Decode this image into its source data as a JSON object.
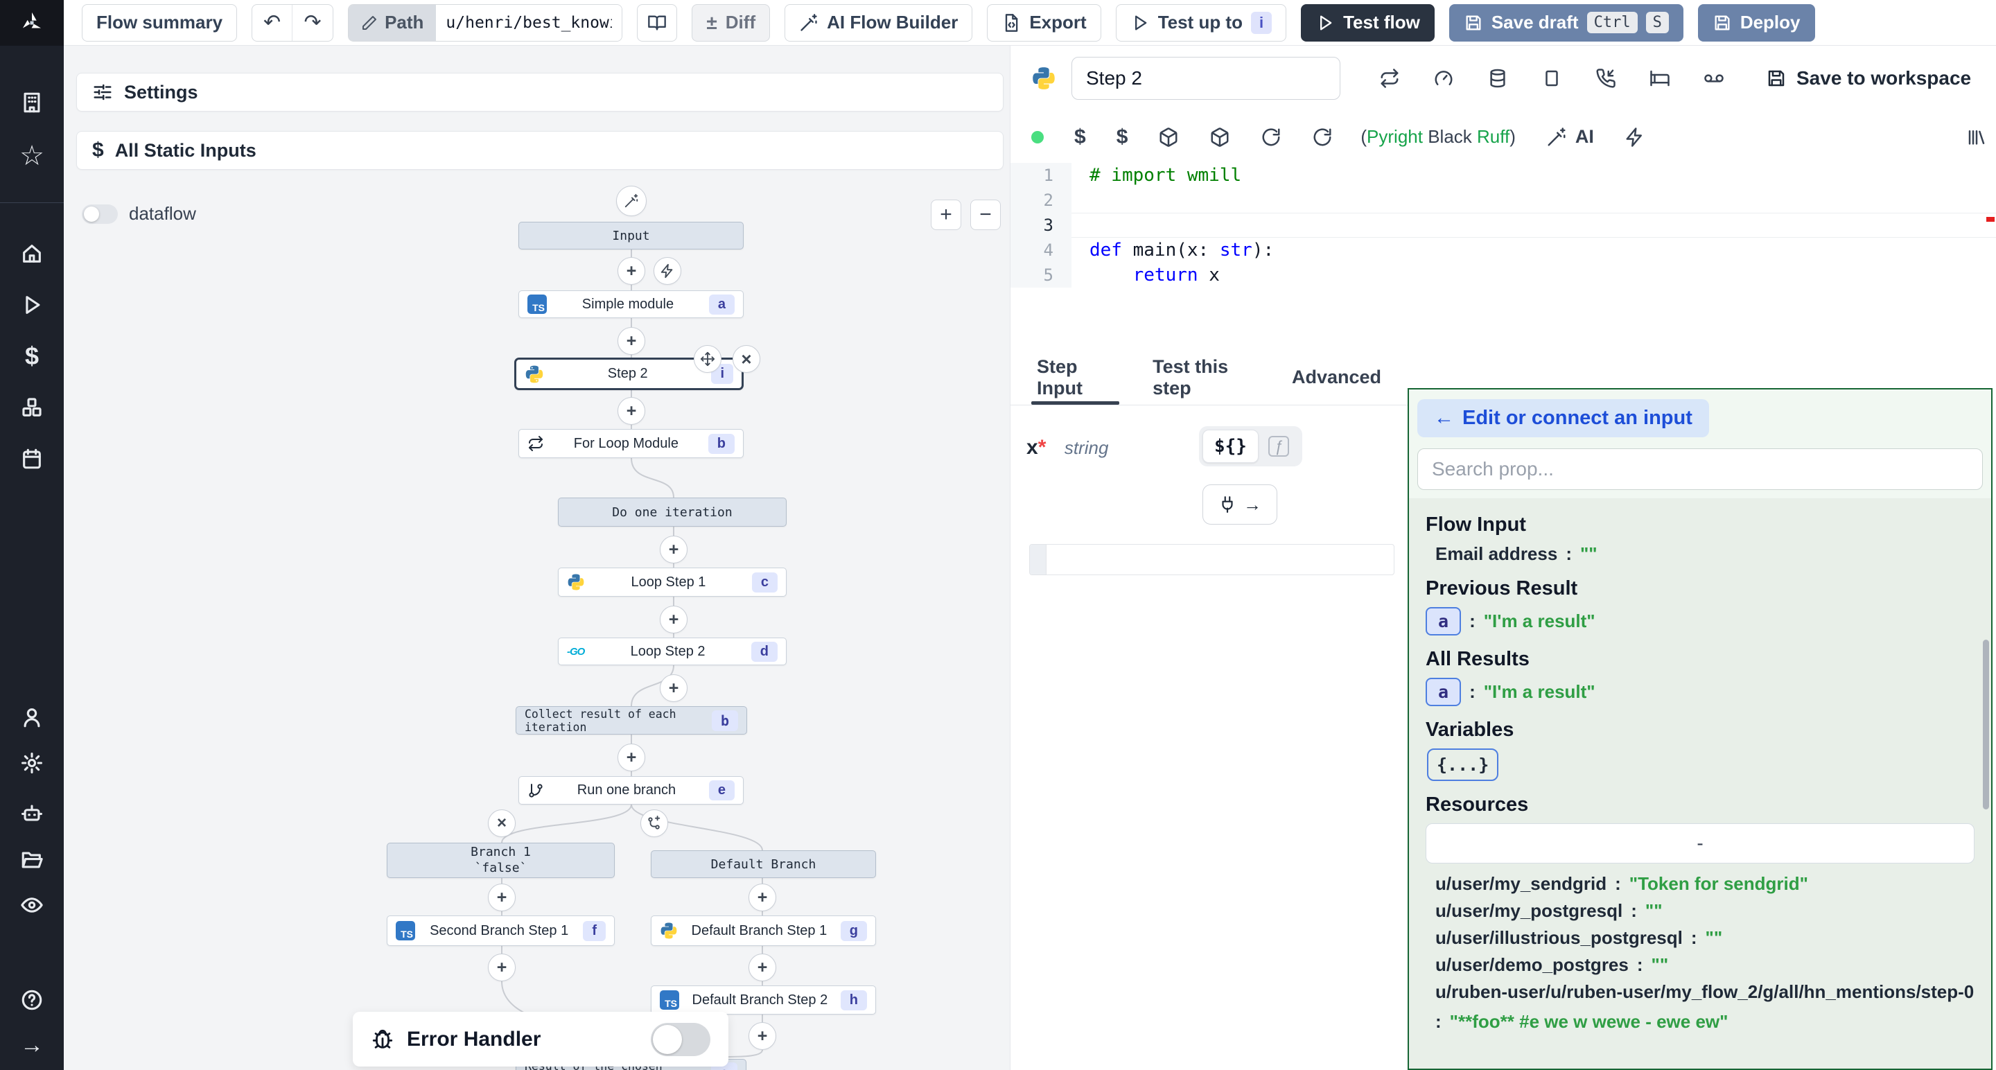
{
  "topbar": {
    "flow_summary": "Flow summary",
    "path_label": "Path",
    "path_value": "u/henri/best_knowi",
    "diff_label": "Diff",
    "ai_flow_builder_label": "AI Flow Builder",
    "export_label": "Export",
    "test_up_to_label": "Test up to",
    "test_up_to_badge": "i",
    "test_flow_label": "Test flow",
    "save_draft_label": "Save draft",
    "kbd_ctrl": "Ctrl",
    "kbd_s": "S",
    "deploy_label": "Deploy"
  },
  "sidebar": {
    "icons": [
      "windmill-logo-icon",
      "building-icon",
      "star-icon",
      "home-icon",
      "runs-play-icon",
      "dollar-variables-icon",
      "resources-cubes-icon",
      "schedules-calendar-icon",
      "user-icon",
      "gear-icon",
      "robot-workers-icon",
      "folder-icon",
      "eye-audit-icon",
      "help-icon",
      "expand-arrow-icon"
    ]
  },
  "flow_panel": {
    "settings_label": "Settings",
    "static_inputs_label": "All Static Inputs",
    "dataflow_label": "dataflow",
    "zoom_in": "+",
    "zoom_out": "−",
    "error_handler_label": "Error Handler",
    "nodes": {
      "input": {
        "label": "Input"
      },
      "simple_module": {
        "label": "Simple module",
        "badge": "a"
      },
      "step_2": {
        "label": "Step 2",
        "badge": "i"
      },
      "for_loop": {
        "label": "For Loop Module",
        "badge": "b"
      },
      "do_one_iteration": {
        "label": "Do one iteration"
      },
      "loop_step_1": {
        "label": "Loop Step 1",
        "badge": "c"
      },
      "loop_step_2": {
        "label": "Loop Step 2",
        "badge": "d"
      },
      "collect": {
        "label": "Collect result of each iteration",
        "badge": "b"
      },
      "run_one_branch": {
        "label": "Run one branch",
        "badge": "e"
      },
      "branch_1": {
        "label": "Branch 1",
        "condition": "`false`"
      },
      "default_branch": {
        "label": "Default Branch"
      },
      "second_branch_step_1": {
        "label": "Second Branch Step 1",
        "badge": "f"
      },
      "default_branch_step_1": {
        "label": "Default Branch Step 1",
        "badge": "g"
      },
      "default_branch_step_2": {
        "label": "Default Branch Step 2",
        "badge": "h"
      },
      "result": {
        "label": "Result of the chosen branch",
        "badge": "e"
      }
    }
  },
  "editor": {
    "step_name": "Step 2",
    "save_to_workspace_label": "Save to workspace",
    "assistants_prefix": "(",
    "assistant_pyright": "Pyright",
    "assistant_black": "Black",
    "assistant_ruff": "Ruff",
    "assistants_suffix": ")",
    "ai_label": "AI",
    "code_lines": [
      "# import wmill",
      "",
      "",
      "def main(x: str):",
      "    return x"
    ],
    "active_line": 3
  },
  "tabs": {
    "step_input": "Step Input",
    "test_this_step": "Test this step",
    "advanced": "Advanced"
  },
  "step_input": {
    "arg_name": "x",
    "required": "*",
    "arg_type": "string",
    "template_toggle": "${}",
    "fn_toggle": "ƒ"
  },
  "connect_panel": {
    "back_label": "Edit or connect an input",
    "back_arrow": "←",
    "search_placeholder": "Search prop...",
    "flow_input_title": "Flow Input",
    "flow_input_key": "Email address",
    "flow_input_sep": ":",
    "flow_input_value": "\"\"",
    "previous_result_title": "Previous Result",
    "previous_result_badge": "a",
    "previous_result_value": "\"I'm a result\"",
    "all_results_title": "All Results",
    "all_results_badge": "a",
    "all_results_value": "\"I'm a result\"",
    "variables_title": "Variables",
    "variables_badge": "{...}",
    "resources_title": "Resources",
    "resources_filter": "-",
    "resources": [
      {
        "path": "u/user/my_sendgrid",
        "value": "\"Token for sendgrid\""
      },
      {
        "path": "u/user/my_postgresql",
        "value": "\"\""
      },
      {
        "path": "u/user/illustrious_postgresql",
        "value": "\"\""
      },
      {
        "path": "u/user/demo_postgres",
        "value": "\"\""
      },
      {
        "path": "u/ruben-user/u/ruben-user/my_flow_2/g/all/hn_mentions/step-0",
        "value": "\"**foo** #e we w wewe - ewe ew\""
      }
    ]
  }
}
